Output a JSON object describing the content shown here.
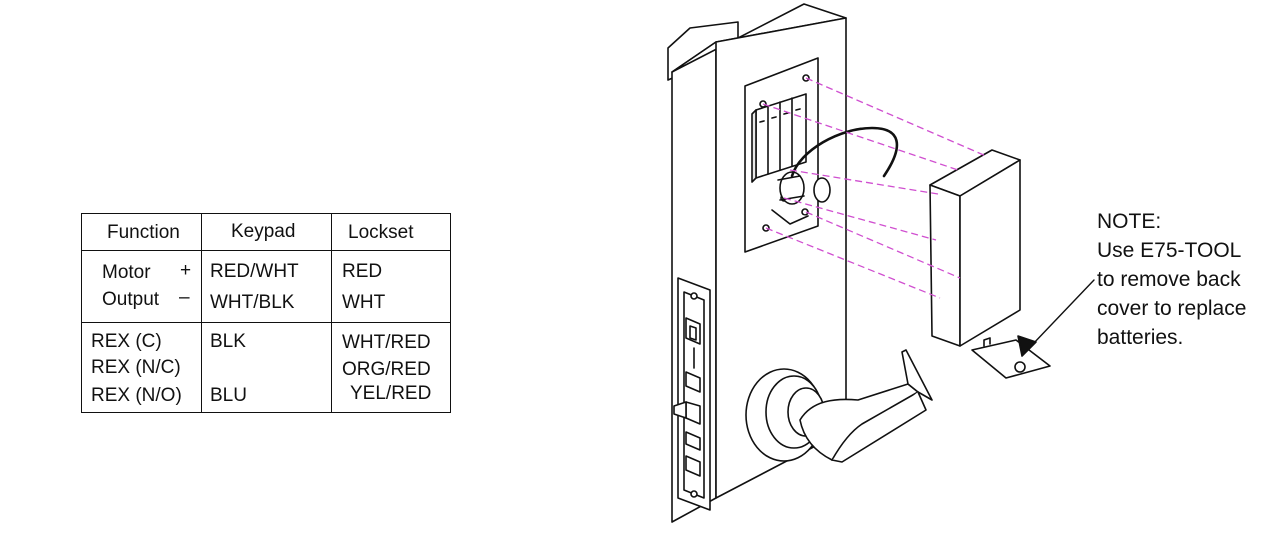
{
  "table": {
    "headers": [
      "Function",
      "Keypad",
      "Lockset"
    ],
    "motor": {
      "label_top": "Motor",
      "label_bottom": "Output",
      "plus": "+",
      "minus": "–",
      "keypad": [
        "RED/WHT",
        "WHT/BLK"
      ],
      "lockset": [
        "RED",
        "WHT"
      ]
    },
    "rex": {
      "functions": [
        "REX (C)",
        "REX (N/C)",
        "REX (N/O)"
      ],
      "keypad": [
        "BLK",
        "",
        "BLU"
      ],
      "lockset": [
        "WHT/RED",
        "ORG/RED",
        "YEL/RED"
      ]
    }
  },
  "note": {
    "lines": [
      "NOTE:",
      "Use E75-TOOL",
      "to remove back",
      "cover to replace",
      "batteries."
    ]
  },
  "colors": {
    "line": "#111111",
    "dashed_guides": "#d04fd0"
  }
}
